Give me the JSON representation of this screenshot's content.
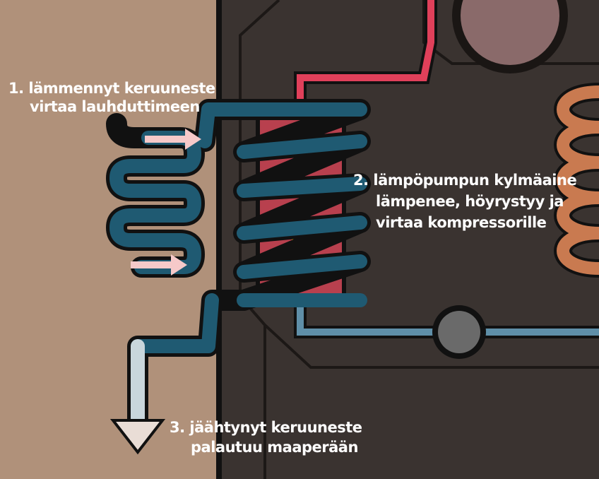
{
  "labels": {
    "step1": {
      "number": "1.",
      "lines": [
        "lämmennyt keruuneste",
        "virtaa lauhduttimeen"
      ]
    },
    "step2": {
      "number": "2.",
      "lines": [
        "lämpöpumpun kylmäaine",
        "lämpenee, höyrystyy ja",
        "virtaa kompressorille"
      ]
    },
    "step3": {
      "number": "3.",
      "lines": [
        "jäähtynyt keruuneste",
        "palautuu maaperään"
      ]
    }
  },
  "colors": {
    "ground": "#b0917a",
    "machine": "#3a3330",
    "brine_pipe": "#1f5a72",
    "refrigerant_hot": "#e0405a",
    "evaporator": "#b8404e",
    "heat_arrow": "#f5b800",
    "flow_arrow": "#f6c9c9",
    "condenser_coil": "#c97a50"
  }
}
